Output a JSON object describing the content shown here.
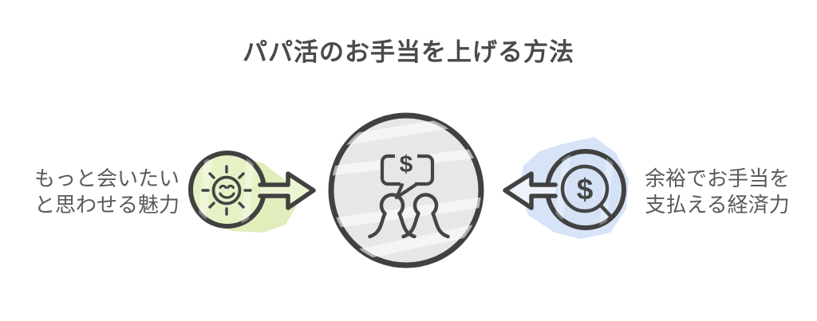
{
  "title": "パパ活のお手当を上げる方法",
  "center_node": {
    "icon": "negotiation-money-chat-icon",
    "bubble_dollar": "$"
  },
  "left_factor": {
    "label_line1": "もっと会いたい",
    "label_line2": "と思わせる魅力",
    "icon": "smiling-sun-icon",
    "arrow_direction": "right"
  },
  "right_factor": {
    "label_line1": "余裕でお手当を",
    "label_line2": "支払える経済力",
    "icon": "dollar-magnifier-icon",
    "coin_dollar": "$",
    "arrow_direction": "left"
  },
  "colors": {
    "background": "#ffffff",
    "ink": "#454545",
    "label_text": "#5a5a5a",
    "center_fill": "#e7e7e7",
    "left_accent": "#e6f2c6",
    "right_accent": "#d5e2f6"
  }
}
